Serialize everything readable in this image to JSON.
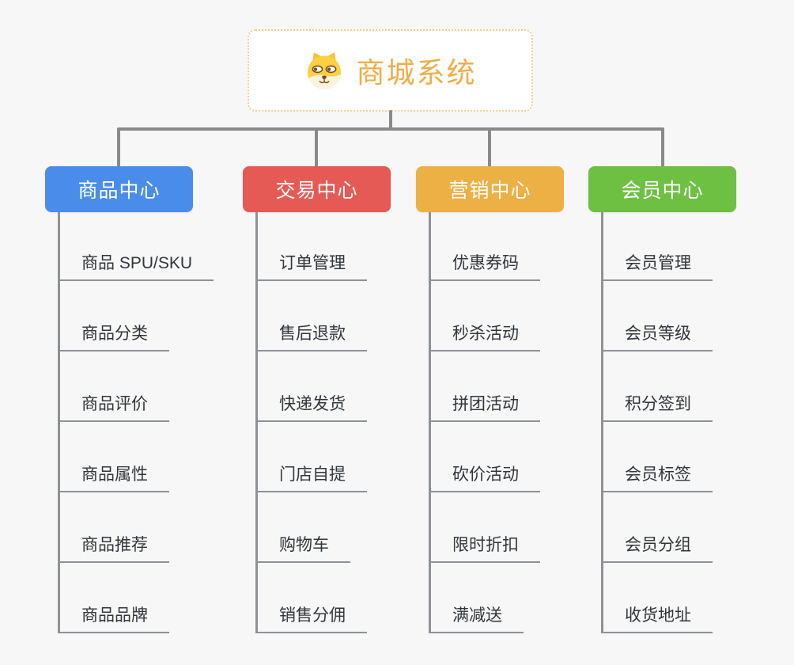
{
  "root": {
    "title": "商城系统",
    "icon": "shiba-dog-icon"
  },
  "colors": {
    "background": "#f7f7f7",
    "connector": "#8a8a8a",
    "leaf_line": "#8e9296",
    "root_text": "#efad49",
    "root_border": "#f6cd92",
    "leaf_text": "#32363b"
  },
  "branches": [
    {
      "label": "商品中心",
      "color": "#4a8cea",
      "items": [
        "商品 SPU/SKU",
        "商品分类",
        "商品评价",
        "商品属性",
        "商品推荐",
        "商品品牌"
      ]
    },
    {
      "label": "交易中心",
      "color": "#e55a54",
      "items": [
        "订单管理",
        "售后退款",
        "快递发货",
        "门店自提",
        "购物车",
        "销售分佣"
      ]
    },
    {
      "label": "营销中心",
      "color": "#ecb044",
      "items": [
        "优惠券码",
        "秒杀活动",
        "拼团活动",
        "砍价活动",
        "限时折扣",
        "满减送"
      ]
    },
    {
      "label": "会员中心",
      "color": "#6ec042",
      "items": [
        "会员管理",
        "会员等级",
        "积分签到",
        "会员标签",
        "会员分组",
        "收货地址"
      ]
    }
  ]
}
